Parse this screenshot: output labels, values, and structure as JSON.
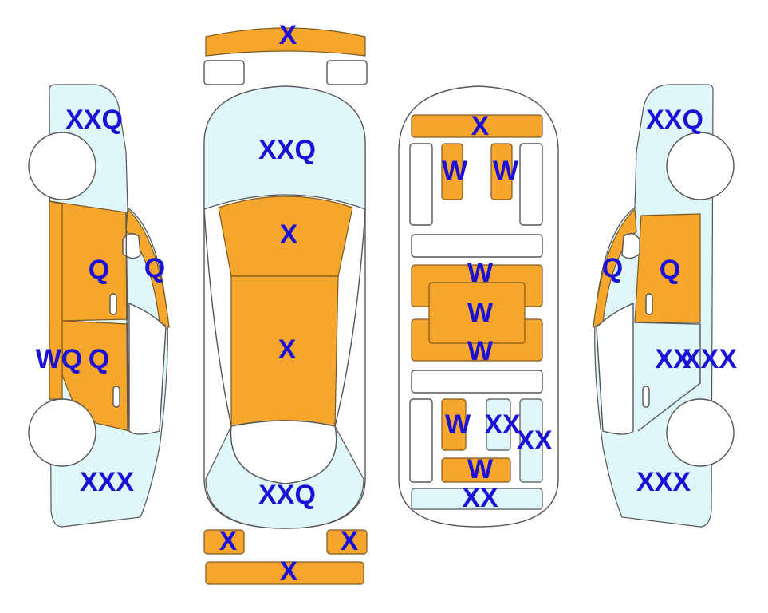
{
  "colors": {
    "repaired": "#f6a62c",
    "painted": "#dff6fb",
    "label": "#1a10d8",
    "outline": "#555555"
  },
  "labels": {
    "front_bumper": "X",
    "front_lamp_left": "",
    "front_lamp_right": "",
    "windshield": "XXQ",
    "hood_top": "X",
    "roof": "X",
    "rear_window": "XXQ",
    "rear_lamp_left": "X",
    "rear_lamp_right": "X",
    "rear_bumper": "X",
    "left_front_fender": "XXQ",
    "left_front_door": "Q",
    "left_front_pillar": "Q",
    "left_rocker": "WQ",
    "left_rear_door": "Q",
    "left_rear_fender": "XXX",
    "floor_front_panel": "X",
    "floor_left_rail": "W",
    "floor_right_rail": "W",
    "floor_center_top": "W",
    "floor_center_mid": "W",
    "floor_center_bottom": "W",
    "floor_rear_left": "W",
    "floor_rear_center": "XX",
    "floor_rear_right": "XX",
    "floor_rear_cross": "W",
    "floor_rear_panel": "XX",
    "right_front_fender": "XXQ",
    "right_front_pillar": "Q",
    "right_front_door": "Q",
    "right_rear_door_a": "XX",
    "right_rear_door_b": "XXX",
    "right_rear_fender": "XXX"
  }
}
